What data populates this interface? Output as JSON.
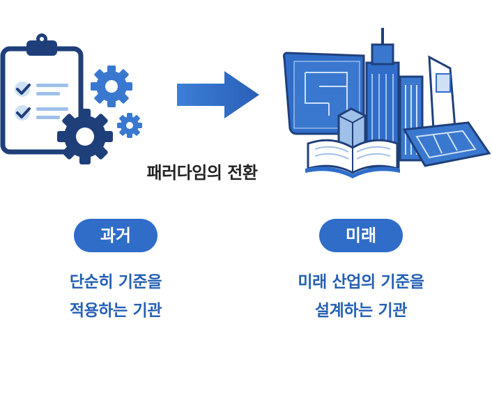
{
  "caption": "패러다임의 전환",
  "past": {
    "badge": "과거",
    "line1": "단순히 기준을",
    "line2": "적용하는 기관",
    "icon": "clipboard-gears-icon"
  },
  "future": {
    "badge": "미래",
    "line1": "미래 산업의 기준을",
    "line2": "설계하는 기관",
    "icon": "city-blueprint-book-icon"
  },
  "colors": {
    "accent": "#2f6dc9",
    "text_blue": "#245fb4",
    "dark_navy": "#1f3f7a",
    "caption": "#222222"
  }
}
